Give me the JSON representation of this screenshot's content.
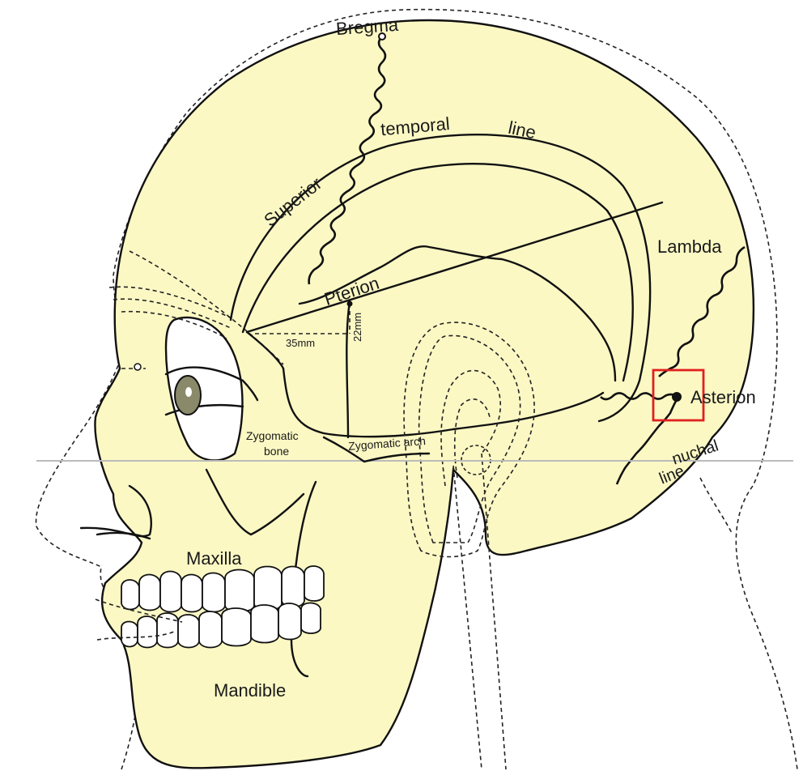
{
  "labels": {
    "bregma": "Bregma",
    "superior": "Superior",
    "temporal": "temporal",
    "line_top": "line",
    "lambda": "Lambda",
    "pterion": "Pterion",
    "mm35": "35mm",
    "mm22": "22mm",
    "asterion": "Asterion",
    "zygomatic_bone_1": "Zygomatic",
    "zygomatic_bone_2": "bone",
    "zygomatic_arch": "Zygomatic arch",
    "nuchal": "nuchal",
    "nuchal_line": "line",
    "maxilla": "Maxilla",
    "mandible": "Mandible"
  },
  "colors": {
    "bone": "#fbf8c4",
    "outline": "#111111",
    "highlight_box": "#e02020",
    "eye_iris": "#8a8a6a",
    "guide_line": "#bbbbbb"
  }
}
